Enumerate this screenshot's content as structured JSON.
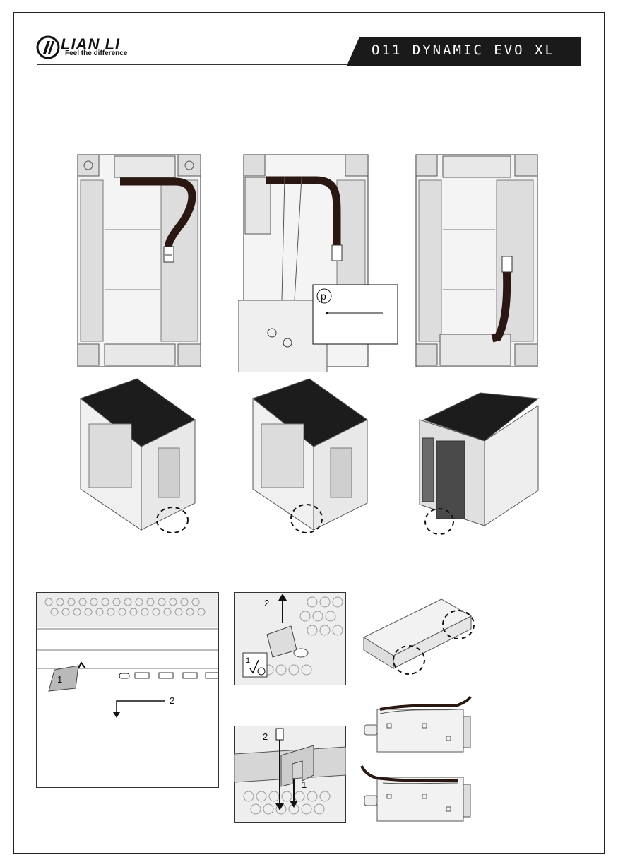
{
  "brand": {
    "name": "LIAN LI",
    "tagline": "Feel the difference"
  },
  "model": {
    "name": "O11 DYNAMIC EVO XL"
  },
  "callout": {
    "letter": "p"
  },
  "steps": {
    "arrow_label_1": "1",
    "arrow_label_2": "2",
    "clip_label_1": "1",
    "clip_label_2": "2",
    "screw_label_1": "1",
    "screw_label_2": "2",
    "badge_label_1": "1"
  },
  "colors": {
    "frame": "#222222",
    "badge": "#1a1a1a",
    "cable": "#2b1712",
    "line_art": "#555555",
    "fill_light": "#eeeeee"
  }
}
